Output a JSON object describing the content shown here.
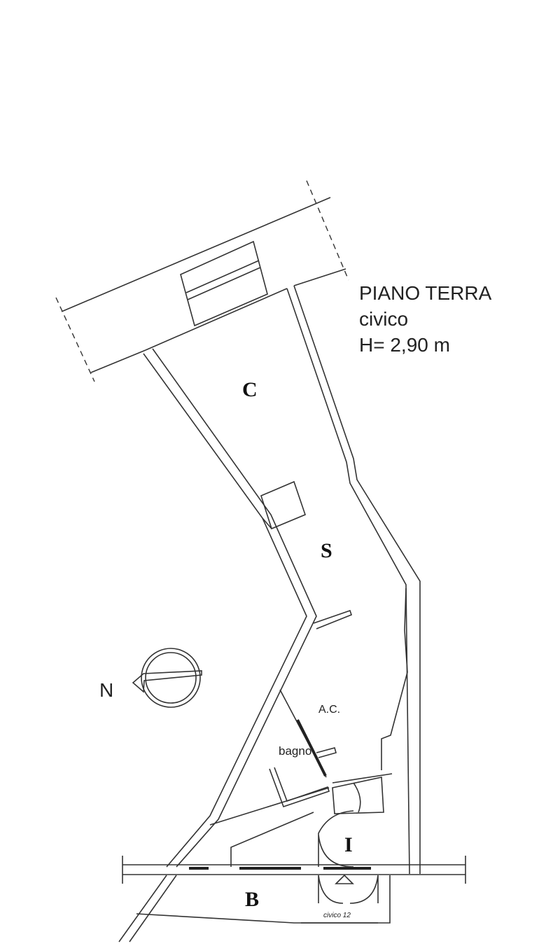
{
  "plan": {
    "title": "PIANO TERRA",
    "subtitle": "civico",
    "height_note": "H= 2,90 m",
    "north_label": "N",
    "street_number_note": "civico 12",
    "rooms": [
      {
        "id": "C",
        "label": "C"
      },
      {
        "id": "S",
        "label": "S"
      },
      {
        "id": "AC",
        "label": "A.C."
      },
      {
        "id": "bagno",
        "label": "bagno"
      },
      {
        "id": "I",
        "label": "I"
      },
      {
        "id": "B",
        "label": "B"
      }
    ]
  }
}
